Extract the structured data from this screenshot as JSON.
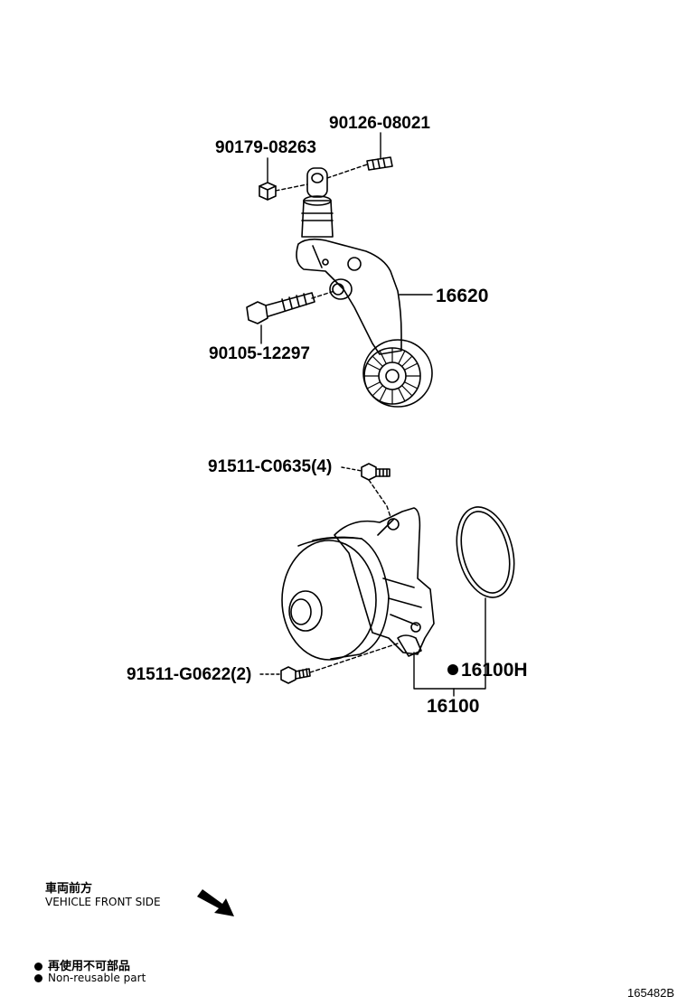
{
  "parts": {
    "p90126": "90126-08021",
    "p90179": "90179-08263",
    "p16620": "16620",
    "p90105": "90105-12297",
    "p91511a": "91511-C0635(4)",
    "p91511b": "91511-G0622(2)",
    "p16100H": "16100H",
    "p16100": "16100"
  },
  "legend": {
    "front_jp": "車両前方",
    "front_en": "VEHICLE FRONT SIDE",
    "nonreuse_jp": "再使用不可部品",
    "nonreuse_en": "Non-reusable part"
  },
  "figure_id": "165482B"
}
